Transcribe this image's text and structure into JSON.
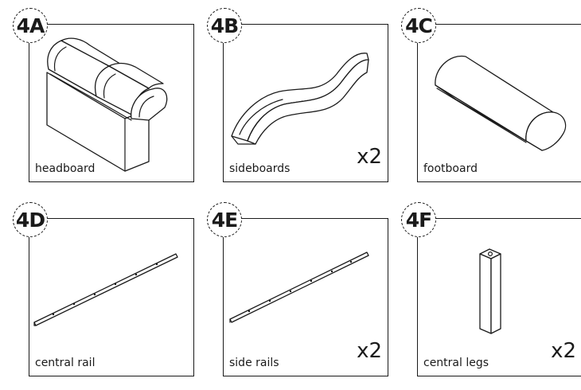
{
  "panels": [
    {
      "id": "4A",
      "label": "headboard",
      "qty": ""
    },
    {
      "id": "4B",
      "label": "sideboards",
      "qty": "x2"
    },
    {
      "id": "4C",
      "label": "footboard",
      "qty": ""
    },
    {
      "id": "4D",
      "label": "central rail",
      "qty": ""
    },
    {
      "id": "4E",
      "label": "side rails",
      "qty": "x2"
    },
    {
      "id": "4F",
      "label": "central legs",
      "qty": "x2"
    }
  ]
}
